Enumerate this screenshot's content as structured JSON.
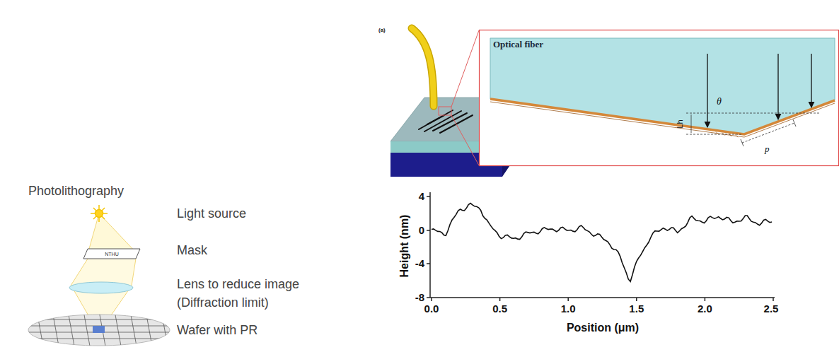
{
  "diagram": {
    "nodes": [
      {
        "text": [
          "NTHU"
        ]
      },
      {
        "text": [
          "Optical fiber",
          "θ",
          "Lh",
          "p"
        ]
      }
    ],
    "labels": [
      "Photolithography",
      "Light source",
      "Mask",
      "Lens to reduce image (Diffraction limit)",
      "Wafer with PR",
      "(a)",
      "4",
      "0",
      "-4",
      "-8",
      "0.0",
      "0.5",
      "1.0",
      "1.5",
      "2.0",
      "2.5",
      "Height (nm)",
      "Position (μm)"
    ]
  }
}
